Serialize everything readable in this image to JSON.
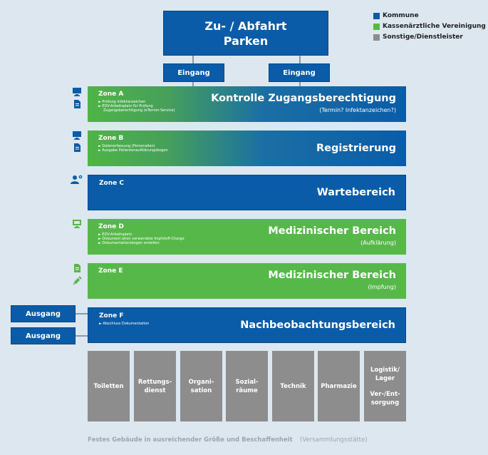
{
  "legend": [
    {
      "label": "Kommune",
      "color": "#0a5ca8"
    },
    {
      "label": "Kassenärztliche Vereinigung",
      "color": "#57b84a"
    },
    {
      "label": "Sonstige/Dienstleister",
      "color": "#8d8d8d"
    }
  ],
  "top": {
    "line1": "Zu- / Abfahrt",
    "line2": "Parken"
  },
  "entrances": [
    "Eingang",
    "Eingang"
  ],
  "zones": [
    {
      "label": "Zone A",
      "details": [
        "► Prüfung Infektanzeichen",
        "► EDV-Arbeitsplatz für Prüfung",
        "Zugangsberechtigung (eTermin-Service)"
      ],
      "title": "Kontrolle Zugangsberechtigung",
      "subtitle": "(Termin? Infektanzeichen?)",
      "icons": [
        "computer-icon",
        "document-icon"
      ]
    },
    {
      "label": "Zone B",
      "details": [
        "► Datenerfassung (Personalien)",
        "► Ausgabe Patientenaufklärungsbogen"
      ],
      "title": "Registrierung",
      "subtitle": "",
      "icons": [
        "computer-icon",
        "document-icon"
      ]
    },
    {
      "label": "Zone C",
      "details": [],
      "title": "Wartebereich",
      "subtitle": "",
      "icons": [
        "people-icon"
      ]
    },
    {
      "label": "Zone D",
      "details": [
        "► EDV-Arbeitsplatz",
        "► Dokument ation verwendete Impfstoff-Charge",
        "► Dokumentationsbogen erstellen"
      ],
      "title": "Medizinischer Bereich",
      "subtitle": "(Aufklärung)",
      "icons": [
        "computer-icon"
      ]
    },
    {
      "label": "Zone E",
      "details": [],
      "title": "Medizinischer Bereich",
      "subtitle": "(Impfung)",
      "icons": [
        "document-icon",
        "syringe-icon"
      ]
    },
    {
      "label": "Zone F",
      "details": [
        "► Abschluss Dokumentation"
      ],
      "title": "Nachbeobachtungsbereich",
      "subtitle": "",
      "icons": []
    }
  ],
  "exits": [
    "Ausgang",
    "Ausgang"
  ],
  "facilities": [
    [
      "Toiletten"
    ],
    [
      "Rettungs-",
      "dienst"
    ],
    [
      "Organi-",
      "sation"
    ],
    [
      "Sozial-",
      "räume"
    ],
    [
      "Technik"
    ],
    [
      "Pharmazie"
    ],
    [
      "Logistik/",
      "Lager",
      "",
      "Ver-/Ent-",
      "sorgung"
    ]
  ],
  "footer": {
    "main": "Festes Gebäude in ausreichender Größe und Beschaffenheit",
    "note": "(Versammlungsstätte)"
  }
}
